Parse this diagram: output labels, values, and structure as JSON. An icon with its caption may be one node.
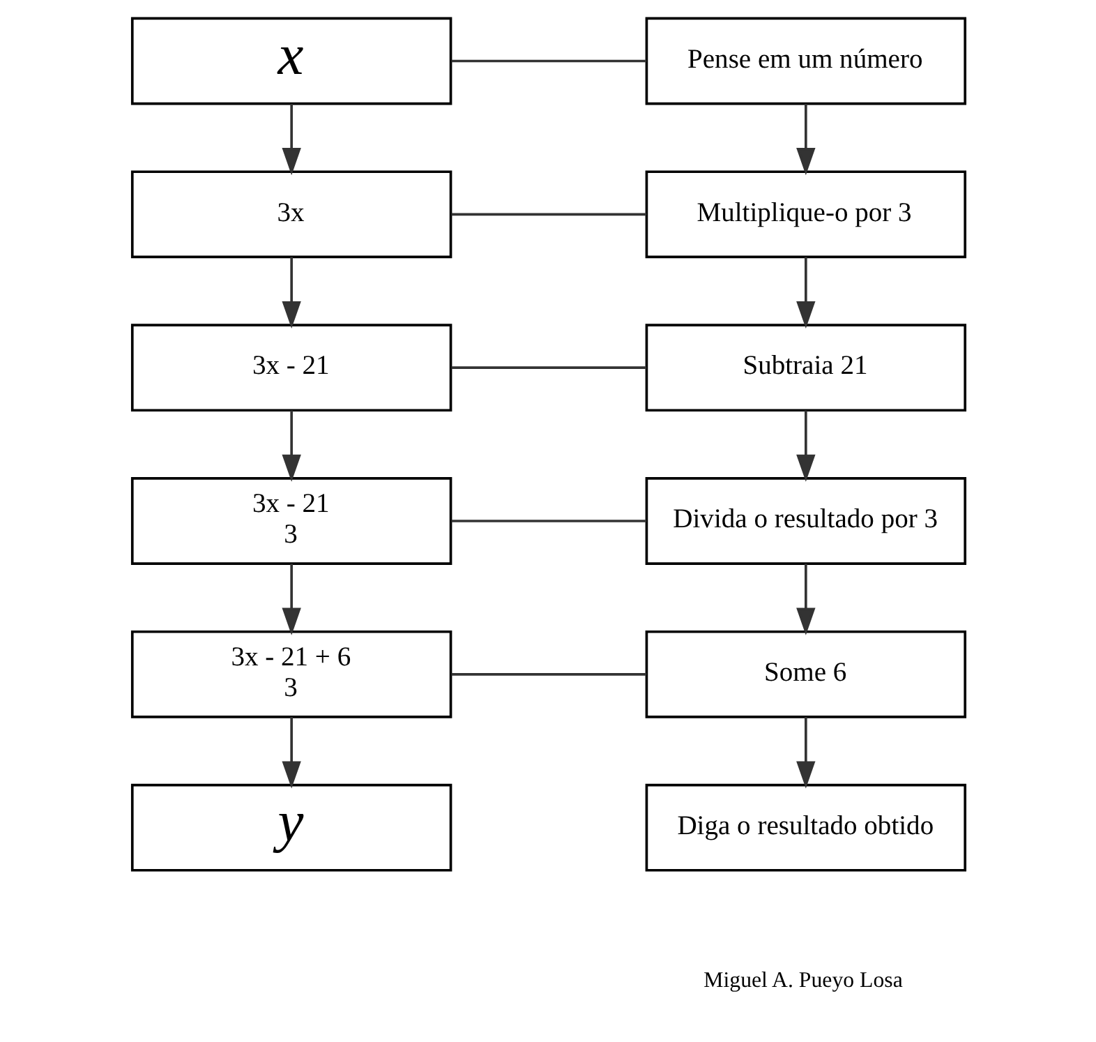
{
  "diagram": {
    "nodes": [
      {
        "text": [
          "x"
        ]
      },
      {
        "text": [
          "Pense em um número"
        ]
      },
      {
        "text": [
          "3x"
        ]
      },
      {
        "text": [
          "Multiplique-o por 3"
        ]
      },
      {
        "text": [
          "3x - 21"
        ]
      },
      {
        "text": [
          "Subtraia 21"
        ]
      },
      {
        "text": [
          "3x - 21",
          "3"
        ]
      },
      {
        "text": [
          "Divida o resultado por 3"
        ]
      },
      {
        "text": [
          "3x - 21 + 6",
          "3"
        ]
      },
      {
        "text": [
          "Some 6"
        ]
      },
      {
        "text": [
          "y"
        ]
      },
      {
        "text": [
          "Diga o resultado obtido"
        ]
      }
    ],
    "edges": [
      {
        "from": 0,
        "to": 1,
        "arrow": "none"
      },
      {
        "from": 0,
        "to": 2,
        "arrow": "to"
      },
      {
        "from": 1,
        "to": 3,
        "arrow": "to"
      },
      {
        "from": 2,
        "to": 3,
        "arrow": "none"
      },
      {
        "from": 2,
        "to": 4,
        "arrow": "to"
      },
      {
        "from": 3,
        "to": 5,
        "arrow": "to"
      },
      {
        "from": 4,
        "to": 5,
        "arrow": "none"
      },
      {
        "from": 4,
        "to": 6,
        "arrow": "to"
      },
      {
        "from": 5,
        "to": 7,
        "arrow": "to"
      },
      {
        "from": 6,
        "to": 7,
        "arrow": "none"
      },
      {
        "from": 6,
        "to": 8,
        "arrow": "to"
      },
      {
        "from": 7,
        "to": 9,
        "arrow": "to"
      },
      {
        "from": 8,
        "to": 9,
        "arrow": "none"
      },
      {
        "from": 8,
        "to": 10,
        "arrow": "to"
      },
      {
        "from": 9,
        "to": 11,
        "arrow": "to"
      }
    ],
    "labels": [
      "Miguel A. Pueyo Losa"
    ]
  }
}
